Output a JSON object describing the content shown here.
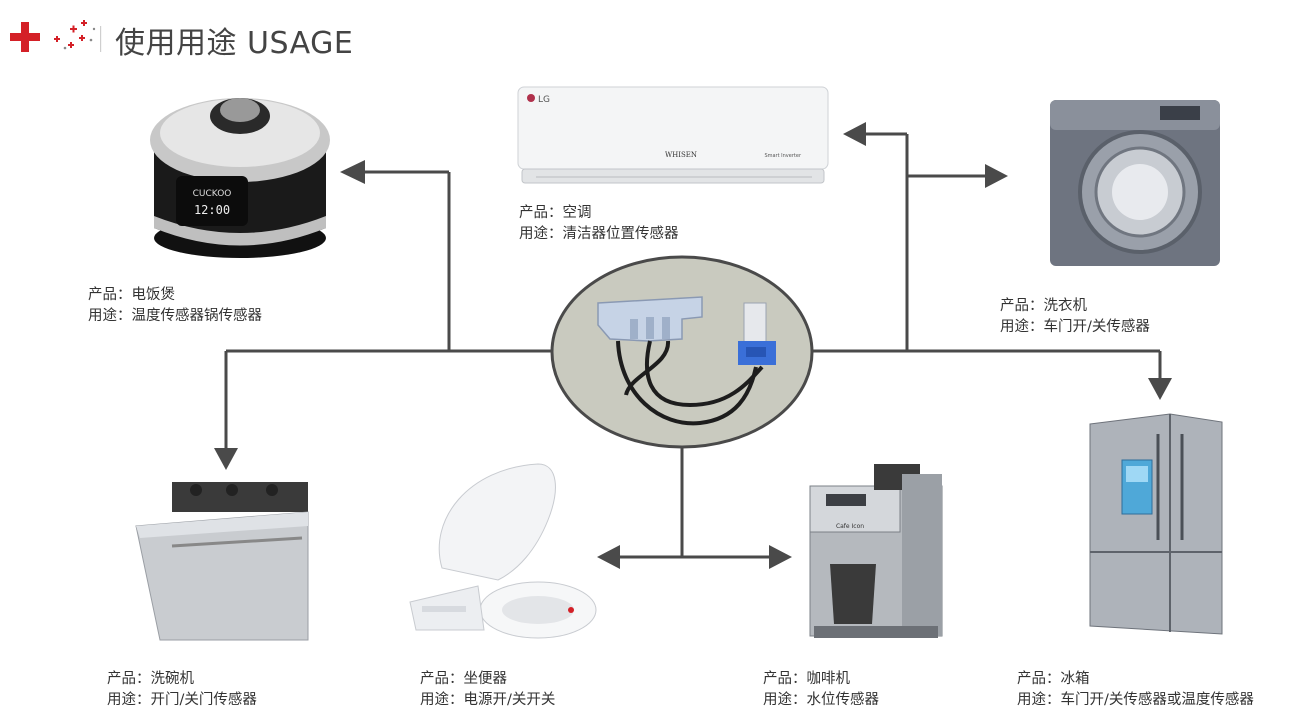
{
  "header": {
    "title": "使用用途 USAGE"
  },
  "items": [
    {
      "product": "产品：电饭煲",
      "usage": "用途：温度传感器锅传感器"
    },
    {
      "product": "产品：空调",
      "usage": "用途：清洁器位置传感器"
    },
    {
      "product": "产品：洗衣机",
      "usage": "用途：车门开/关传感器"
    },
    {
      "product": "产品：洗碗机",
      "usage": "用途：开门/关门传感器"
    },
    {
      "product": "产品：坐便器",
      "usage": "用途：电源开/关开关"
    },
    {
      "product": "产品：咖啡机",
      "usage": "用途：水位传感器"
    },
    {
      "product": "产品：冰箱",
      "usage": "用途：车门开/关传感器或温度传感器"
    }
  ],
  "illustrations": {
    "ac_brand": "LG",
    "ac_model": "WHISEN",
    "ac_sub": "Smart Inverter",
    "cooker_brand": "CUCKOO",
    "cooker_display": "12:00",
    "coffee_brand": "Cafe Icon"
  },
  "colors": {
    "logo_red": "#d42027",
    "arrow": "#4a4a4a",
    "title": "#444444"
  }
}
